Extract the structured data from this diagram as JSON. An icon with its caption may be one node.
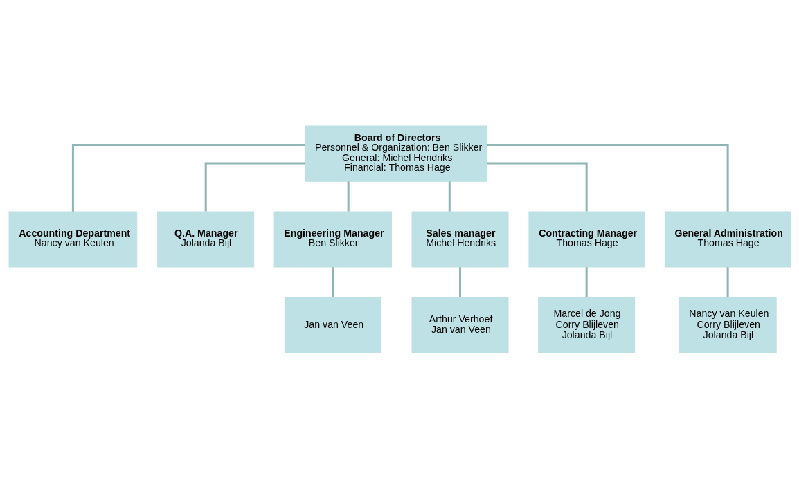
{
  "diagram": {
    "nodes": [
      {
        "text": [
          "Board of Directors",
          "Personnel & Organization: Ben Slikker",
          "General: Michel Hendriks",
          "Financial: Thomas Hage"
        ]
      },
      {
        "text": [
          "Accounting Department",
          "Nancy van Keulen"
        ]
      },
      {
        "text": [
          "Q.A. Manager",
          "Jolanda Bijl"
        ]
      },
      {
        "text": [
          "Engineering Manager",
          "Ben Slikker"
        ]
      },
      {
        "text": [
          "Sales manager",
          "Michel Hendriks"
        ]
      },
      {
        "text": [
          "Contracting Manager",
          "Thomas Hage"
        ]
      },
      {
        "text": [
          "General Administration",
          "Thomas Hage"
        ]
      },
      {
        "text": [
          "Jan van Veen"
        ]
      },
      {
        "text": [
          "Arthur Verhoef",
          "Jan van Veen"
        ]
      },
      {
        "text": [
          "Marcel de Jong",
          "Corry Blijleven",
          "Jolanda Bijl"
        ]
      },
      {
        "text": [
          "Nancy van Keulen",
          "Corry Blijleven",
          "Jolanda Bijl"
        ]
      }
    ],
    "edges": [
      {
        "from": 0,
        "to": 1,
        "arrow": "none"
      },
      {
        "from": 0,
        "to": 2,
        "arrow": "none"
      },
      {
        "from": 0,
        "to": 3,
        "arrow": "none"
      },
      {
        "from": 0,
        "to": 4,
        "arrow": "none"
      },
      {
        "from": 0,
        "to": 5,
        "arrow": "none"
      },
      {
        "from": 0,
        "to": 6,
        "arrow": "none"
      },
      {
        "from": 3,
        "to": 7,
        "arrow": "none"
      },
      {
        "from": 4,
        "to": 8,
        "arrow": "none"
      },
      {
        "from": 5,
        "to": 9,
        "arrow": "none"
      },
      {
        "from": 6,
        "to": 10,
        "arrow": "none"
      }
    ]
  }
}
